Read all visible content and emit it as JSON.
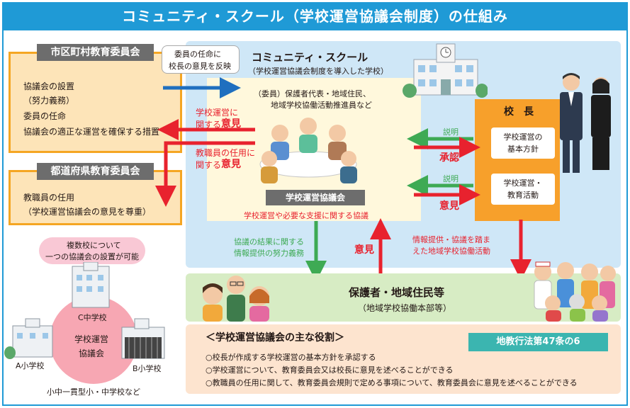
{
  "title": "コミュニティ・スクール（学校運営協議会制度）の仕組み",
  "board_municipal": {
    "header": "市区町村教育委員会",
    "lines": [
      "協議会の設置",
      "（努力義務）",
      "委員の任命",
      "協議会の適正な運営を確保する措置"
    ]
  },
  "board_prefecture": {
    "header": "都道府県教育委員会",
    "lines": [
      "教職員の任用",
      "（学校運営協議会の意見を尊重）"
    ]
  },
  "callout_appoint": [
    "委員の任命に",
    "校長の意見を反映"
  ],
  "community_school": {
    "title": "コミュニティ・スクール",
    "subtitle": "（学校運営協議会制度を導入した学校）",
    "members": [
      "（委員）保護者代表・地域住民、",
      "地域学校協働活動推進員など"
    ]
  },
  "arrow_labels": {
    "school_management_prefix": [
      "学校運営に",
      "関する"
    ],
    "school_management_opinion": "意見",
    "staff_appointment_prefix": [
      "教職員の任用に",
      "関する"
    ],
    "staff_appointment_opinion": "意見",
    "explain1": "説明",
    "approve": "承認",
    "explain2": "説明",
    "opinion_principal": "意見",
    "result_info": [
      "協議の結果に関する",
      "情報提供の努力義務"
    ],
    "opinion_parents": "意見",
    "info_activities": [
      "情報提供・協議を踏ま",
      "えた地域学校協働活動"
    ]
  },
  "council": {
    "label": "学校運営協議会",
    "caption": "学校運営や必要な支援に関する協議"
  },
  "principal": {
    "label": "校　長",
    "box1": [
      "学校運営の",
      "基本方針"
    ],
    "box2": [
      "学校運営・",
      "教育活動"
    ]
  },
  "parents": {
    "title": "保護者・地域住民等",
    "subtitle": "（地域学校協働本部等）"
  },
  "multi_school": {
    "callout": [
      "複数校について",
      "一つの協議会の設置が可能"
    ],
    "c_school": "C中学校",
    "a_school": "A小学校",
    "b_school": "B小学校",
    "center": [
      "学校運営",
      "協議会"
    ],
    "caption": "小中一貫型小・中学校など"
  },
  "roles": {
    "heading": "＜学校運営協議会の主な役割＞",
    "law_badge": "地教行法第47条の6",
    "items": [
      "○校長が作成する学校運営の基本方針を承認する",
      "○学校運営について、教育委員会又は校長に意見を述べることができる",
      "○教職員の任用に関して、教育委員会規則で定める事項について、教育委員会に意見を述べることができる"
    ]
  },
  "colors": {
    "title_blue": "#1f9ad6",
    "orange": "#f5a623",
    "red_arrow": "#e8222e",
    "green_arrow": "#3eaa54",
    "blue_arrow": "#1f6fbf",
    "light_blue": "#cfe7f7",
    "light_green": "#d7ecc4",
    "teal_badge": "#3bb5b0"
  }
}
